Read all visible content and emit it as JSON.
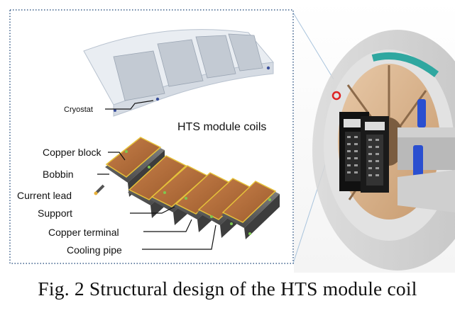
{
  "figure": {
    "heading": "HTS module coils",
    "labels": {
      "cryostat": "Cryostat",
      "copper_block": "Copper block",
      "bobbin": "Bobbin",
      "current_lead": "Current lead",
      "support": "Support",
      "copper_terminal": "Copper terminal",
      "cooling_pipe": "Cooling pipe"
    }
  },
  "caption": "Fig. 2 Structural design of the HTS module coil"
}
